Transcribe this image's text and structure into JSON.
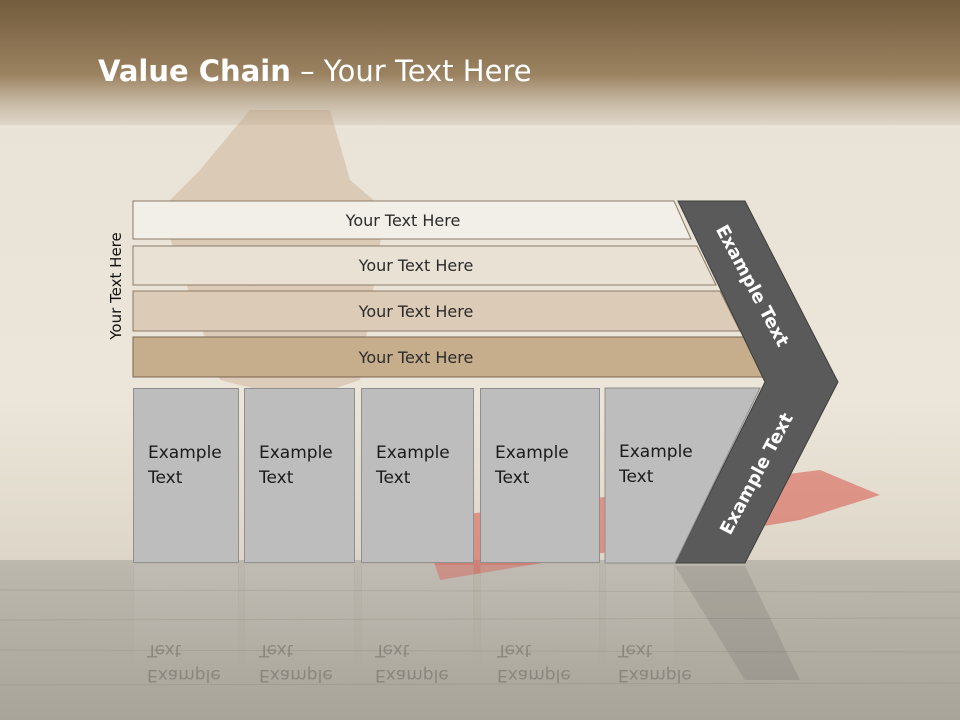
{
  "title": {
    "bold": "Value Chain",
    "rest": " – Your Text Here"
  },
  "side_label": "Your Text Here",
  "bands": [
    {
      "label": "Your Text Here"
    },
    {
      "label": "Your Text Here"
    },
    {
      "label": "Your Text Here"
    },
    {
      "label": "Your Text Here"
    }
  ],
  "boxes": [
    {
      "line1": "Example",
      "line2": "Text"
    },
    {
      "line1": "Example",
      "line2": "Text"
    },
    {
      "line1": "Example",
      "line2": "Text"
    },
    {
      "line1": "Example",
      "line2": "Text"
    },
    {
      "line1": "Example",
      "line2": "Text"
    }
  ],
  "chevron": {
    "upper_label": "Example Text",
    "lower_label": "Example Text"
  },
  "colors": {
    "band_1": "#f2eee8",
    "band_2": "#e9e1d4",
    "band_3": "#dccbb6",
    "band_4": "#c6ad8c",
    "box": "#bdbdbd",
    "chevron": "#5a5a5a",
    "header": "#7a6446"
  }
}
